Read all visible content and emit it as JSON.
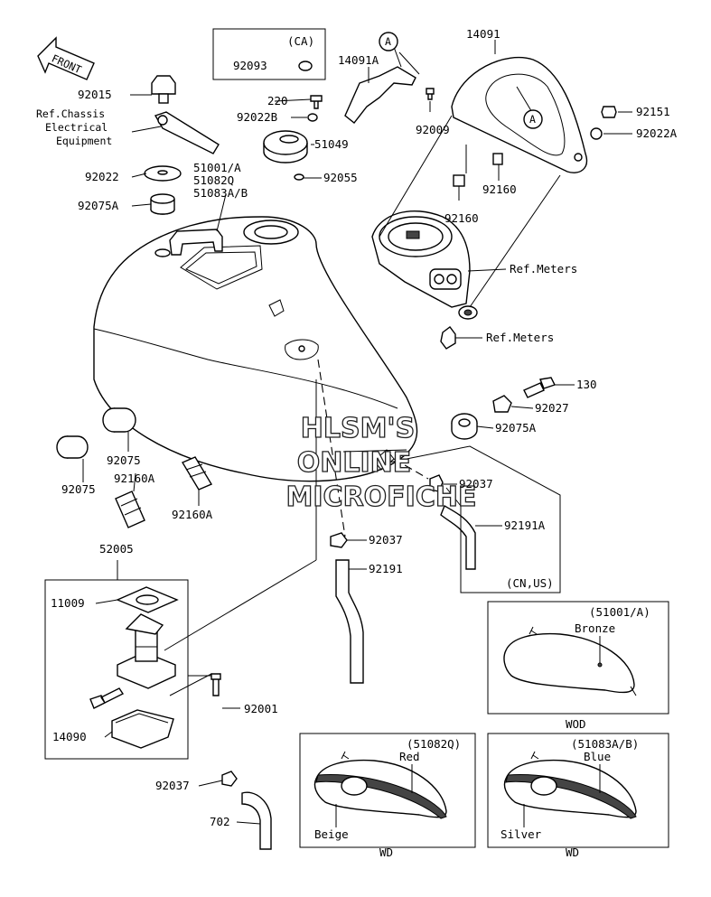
{
  "front_arrow": "FRONT",
  "watermark": [
    "HLSM'S",
    "ONLINE",
    "MICROFICHE"
  ],
  "parts": {
    "p92015": "92015",
    "ref_chassis": [
      "Ref.Chassis",
      "Electrical",
      "Equipment"
    ],
    "p92022": "92022",
    "p92075A_top": "92075A",
    "p92093_box": "(CA)",
    "p92093": "92093",
    "p220": "220",
    "p92022B": "92022B",
    "p51049": "51049",
    "p51001": "51001/A",
    "p51082Q": "51082Q",
    "p51083": "51083A/B",
    "p92055": "92055",
    "p14091A": "14091A",
    "p92009": "92009",
    "callout_a": "A",
    "p14091": "14091",
    "p92151": "92151",
    "p92022A": "92022A",
    "p92160_a": "92160",
    "p92160_b": "92160",
    "ref_meters_a": "Ref.Meters",
    "ref_meters_b": "Ref.Meters",
    "p130": "130",
    "p92027": "92027",
    "p92075A_mid": "92075A",
    "p92037_a": "92037",
    "p92191A": "92191A",
    "cn_us": "(CN,US)",
    "p92037_b": "92037",
    "p92191": "92191",
    "p92075_a": "92075",
    "p92075_b": "92075",
    "p92160A_a": "92160A",
    "p92160A_b": "92160A",
    "p52005": "52005",
    "p11009": "11009",
    "p92001": "92001",
    "p14090": "14090",
    "p92037_c": "92037",
    "p702": "702"
  },
  "color_boxes": {
    "box1": {
      "code": "(51001/A)",
      "color": "Bronze",
      "region": "WOD"
    },
    "box2": {
      "code": "(51082Q)",
      "color_top": "Red",
      "color_bottom": "Beige",
      "region": "WD"
    },
    "box3": {
      "code": "(51083A/B)",
      "color_top": "Blue",
      "color_bottom": "Silver",
      "region": "WD"
    }
  }
}
